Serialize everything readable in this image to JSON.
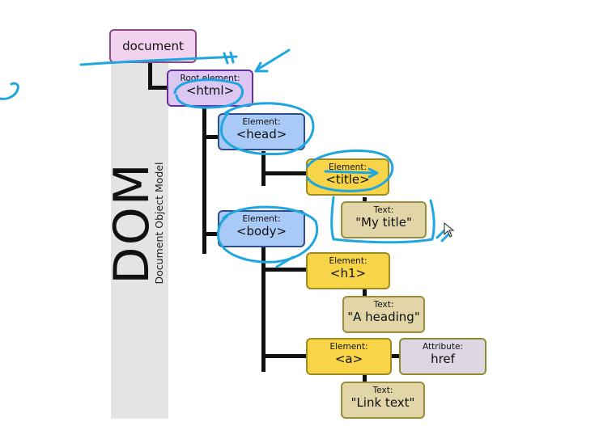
{
  "diagram": {
    "side_title": "DOM",
    "side_subtitle": "Document Object Model",
    "nodes": {
      "document": {
        "tag": "document"
      },
      "html": {
        "label": "Root element:",
        "tag": "<html>"
      },
      "head": {
        "label": "Element:",
        "tag": "<head>"
      },
      "title": {
        "label": "Element:",
        "tag": "<title>"
      },
      "title_text": {
        "label": "Text:",
        "tag": "\"My title\""
      },
      "body": {
        "label": "Element:",
        "tag": "<body>"
      },
      "h1": {
        "label": "Element:",
        "tag": "<h1>"
      },
      "h1_text": {
        "label": "Text:",
        "tag": "\"A heading\""
      },
      "a": {
        "label": "Element:",
        "tag": "<a>"
      },
      "a_attr": {
        "label": "Attribute:",
        "tag": "href"
      },
      "a_text": {
        "label": "Text:",
        "tag": "\"Link text\""
      }
    }
  },
  "colors": {
    "annotation_ink": "#1fa6e0",
    "document_fill": "#f1d3ef",
    "root_fill": "#dcc7f3",
    "element_blue_fill": "#a9c9f6",
    "element_yellow_fill": "#f8d548",
    "text_fill": "#e2d6a8",
    "attribute_fill": "#ddd6e3"
  }
}
